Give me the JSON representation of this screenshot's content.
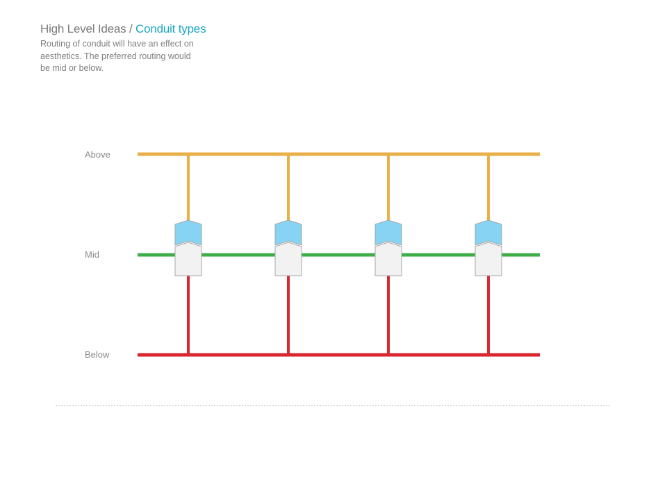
{
  "header": {
    "title_prefix": "High Level Ideas",
    "title_separator": " / ",
    "title_accent": "Conduit types",
    "description": "Routing of conduit will have an effect on\naesthetics. The  preferred routing would\nbe mid  or below."
  },
  "diagram": {
    "levels": [
      {
        "key": "above",
        "label": "Above",
        "color": "#e9b04a"
      },
      {
        "key": "mid",
        "label": "Mid",
        "color": "#3fae49"
      },
      {
        "key": "below",
        "label": "Below",
        "color": "#d9262f"
      }
    ],
    "device_count": 4,
    "device_colors": {
      "top_cap": "#86d3f4",
      "body": "#f2f2f2",
      "outline": "#a7a7a7"
    },
    "separator_color": "#b5b5b5",
    "accent_color": "#1aa7c6"
  }
}
